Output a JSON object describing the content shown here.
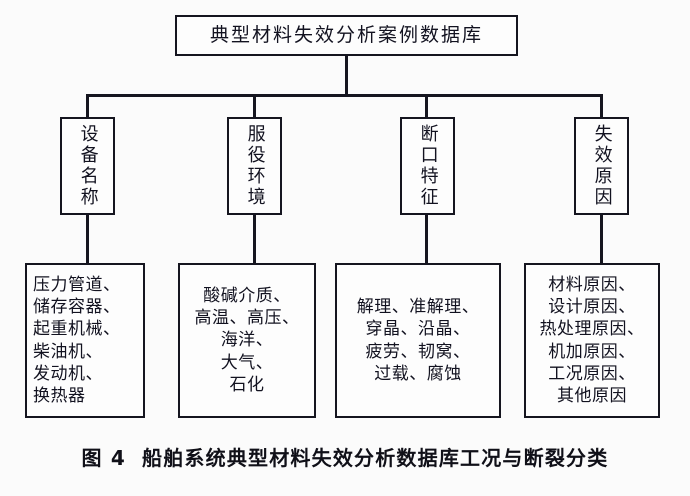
{
  "figure": {
    "root": {
      "label": "典型材料失效分析案例数据库"
    },
    "categories": [
      {
        "label": "设备名称"
      },
      {
        "label": "服役环境"
      },
      {
        "label": "断口特征"
      },
      {
        "label": "失效原因"
      }
    ],
    "details": [
      {
        "text": "压力管道、\n储存容器、\n起重机械、\n柴油机、\n发动机、\n换热器",
        "align": "left"
      },
      {
        "text": "酸碱介质、\n高温、高压、\n海洋、\n大气、\n石化",
        "align": "center"
      },
      {
        "text": "解理、准解理、\n穿晶、沿晶、\n疲劳、韧窝、\n过载、腐蚀",
        "align": "center"
      },
      {
        "text": "材料原因、\n设计原因、\n热处理原因、\n机加原因、\n工况原因、\n其他原因",
        "align": "center"
      }
    ],
    "caption": {
      "number": "图 4",
      "title": "船舶系统典型材料失效分析数据库工况与断裂分类"
    },
    "colors": {
      "line": "#15151f",
      "text": "#121220",
      "background": "#fbfbfb",
      "box_fill": "#fdfdfd"
    }
  }
}
